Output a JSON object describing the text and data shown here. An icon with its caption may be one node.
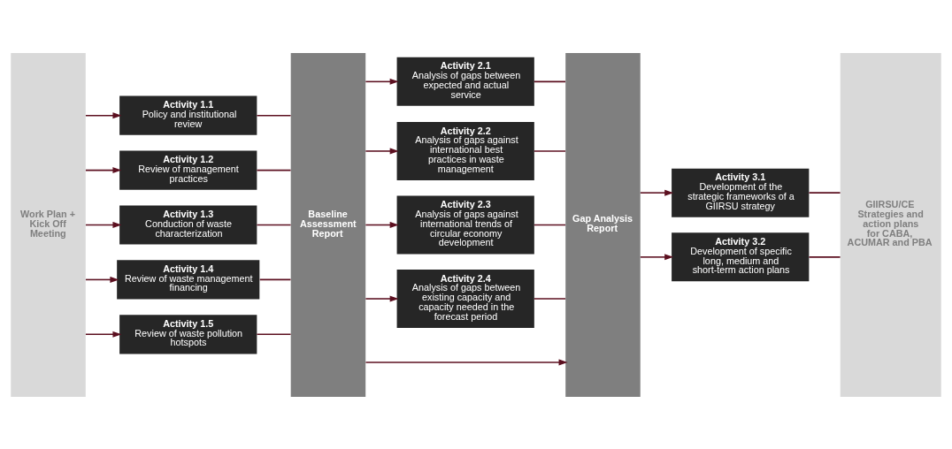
{
  "diagram": {
    "nodes": [
      {
        "text": [
          "Work Plan + Kick Off Meeting"
        ]
      },
      {
        "text": [
          "Activity 1.1",
          "Policy and institutional review"
        ]
      },
      {
        "text": [
          "Activity 1.2",
          "Review of management practices"
        ]
      },
      {
        "text": [
          "Activity 1.3",
          "Conduction of waste characterization"
        ]
      },
      {
        "text": [
          "Activity 1.4",
          "Review of waste management financing"
        ]
      },
      {
        "text": [
          "Activity 1.5",
          "Review of waste pollution hotspots"
        ]
      },
      {
        "text": [
          "Baseline Assessment Report"
        ]
      },
      {
        "text": [
          "Activity 2.1",
          "Analysis of gaps between expected and actual service"
        ]
      },
      {
        "text": [
          "Activity 2.2",
          "Analysis of gaps against international best practices in waste management"
        ]
      },
      {
        "text": [
          "Activity 2.3",
          "Analysis of gaps against international trends of circular economy development"
        ]
      },
      {
        "text": [
          "Activity 2.4",
          "Analysis of gaps between existing capacity and capacity needed in the forecast period"
        ]
      },
      {
        "text": [
          "Gap Analysis Report"
        ]
      },
      {
        "text": [
          "Activity 3.1",
          "Development of the strategic frameworks of a GIIRSU strategy"
        ]
      },
      {
        "text": [
          "Activity 3.2",
          "Development of specific long, medium and short-term action plans"
        ]
      },
      {
        "text": [
          "GIIRSU/CE Strategies and action plans for CABA, ACUMAR and PBA"
        ]
      }
    ],
    "edges": [
      {
        "from": 0,
        "to": 1,
        "arrow": "to"
      },
      {
        "from": 0,
        "to": 2,
        "arrow": "to"
      },
      {
        "from": 0,
        "to": 3,
        "arrow": "to"
      },
      {
        "from": 0,
        "to": 4,
        "arrow": "to"
      },
      {
        "from": 0,
        "to": 5,
        "arrow": "to"
      },
      {
        "from": 1,
        "to": 6,
        "arrow": "none"
      },
      {
        "from": 2,
        "to": 6,
        "arrow": "none"
      },
      {
        "from": 3,
        "to": 6,
        "arrow": "none"
      },
      {
        "from": 4,
        "to": 6,
        "arrow": "none"
      },
      {
        "from": 5,
        "to": 6,
        "arrow": "none"
      },
      {
        "from": 6,
        "to": 7,
        "arrow": "to"
      },
      {
        "from": 6,
        "to": 8,
        "arrow": "to"
      },
      {
        "from": 6,
        "to": 9,
        "arrow": "to"
      },
      {
        "from": 6,
        "to": 10,
        "arrow": "to"
      },
      {
        "from": 7,
        "to": 11,
        "arrow": "none"
      },
      {
        "from": 8,
        "to": 11,
        "arrow": "none"
      },
      {
        "from": 9,
        "to": 11,
        "arrow": "none"
      },
      {
        "from": 10,
        "to": 11,
        "arrow": "none"
      },
      {
        "from": 6,
        "to": 11,
        "arrow": "to"
      },
      {
        "from": 11,
        "to": 12,
        "arrow": "to"
      },
      {
        "from": 11,
        "to": 13,
        "arrow": "to"
      },
      {
        "from": 12,
        "to": 14,
        "arrow": "none"
      },
      {
        "from": 13,
        "to": 14,
        "arrow": "none"
      }
    ]
  }
}
